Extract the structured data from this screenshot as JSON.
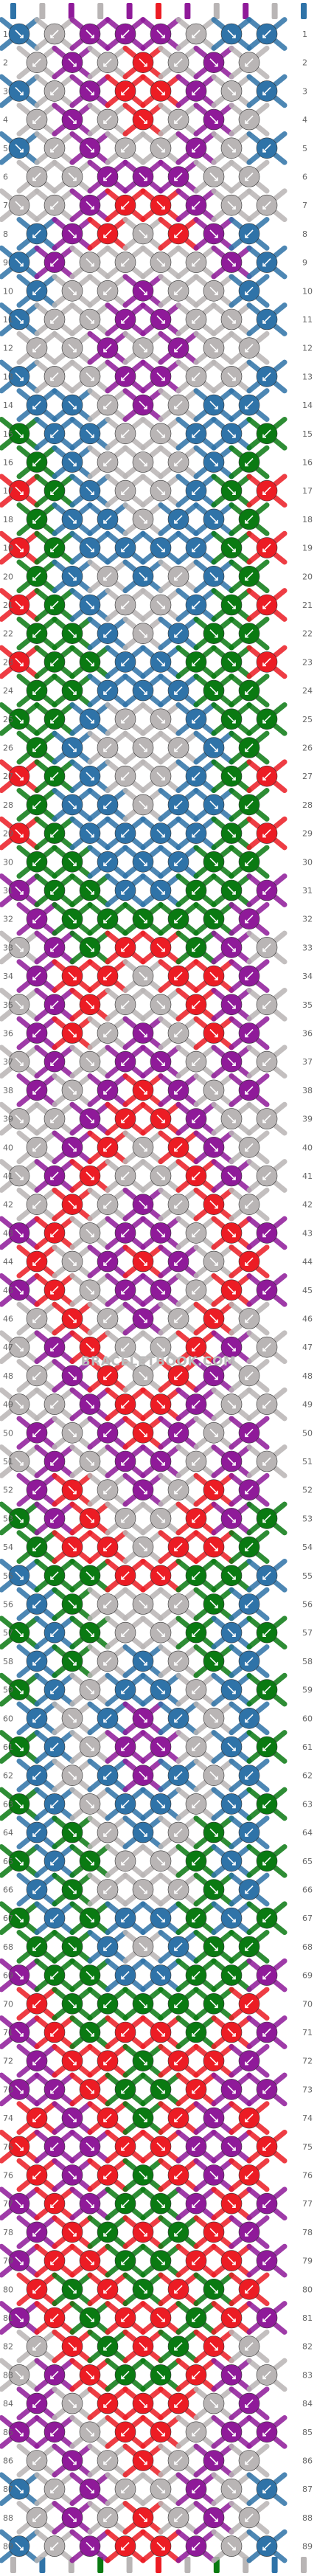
{
  "watermark": "BRACELETBOOK.COM",
  "colors": {
    "B": "#2f73a8",
    "G": "#b9b5b5",
    "P": "#8f1a99",
    "R": "#ec1c24",
    "E": "#0a7a12"
  },
  "color_names": [
    "blue",
    "grey",
    "purple",
    "red",
    "green"
  ],
  "strings_top": [
    "B",
    "G",
    "P",
    "G",
    "P",
    "R",
    "P",
    "G",
    "P",
    "G",
    "B"
  ],
  "rows": [
    {
      "n": 1,
      "knots": [
        "B",
        "G",
        "P",
        "P",
        "P",
        "G",
        "B",
        "B"
      ]
    },
    {
      "n": 2,
      "knots": [
        "G",
        "P",
        "G",
        "R",
        "G",
        "P",
        "G"
      ]
    },
    {
      "n": 3,
      "knots": [
        "B",
        "G",
        "P",
        "R",
        "R",
        "P",
        "G",
        "B"
      ]
    },
    {
      "n": 4,
      "knots": [
        "G",
        "P",
        "G",
        "R",
        "G",
        "P",
        "G"
      ]
    },
    {
      "n": 5,
      "knots": [
        "B",
        "G",
        "P",
        "G",
        "G",
        "P",
        "G",
        "B"
      ]
    },
    {
      "n": 6,
      "knots": [
        "G",
        "G",
        "P",
        "P",
        "P",
        "G",
        "G"
      ]
    },
    {
      "n": 7,
      "knots": [
        "G",
        "G",
        "P",
        "R",
        "R",
        "P",
        "G",
        "G"
      ]
    },
    {
      "n": 8,
      "knots": [
        "B",
        "P",
        "R",
        "G",
        "R",
        "P",
        "B"
      ]
    },
    {
      "n": 9,
      "knots": [
        "B",
        "P",
        "G",
        "G",
        "G",
        "G",
        "P",
        "B"
      ]
    },
    {
      "n": 10,
      "knots": [
        "B",
        "G",
        "G",
        "P",
        "G",
        "G",
        "B"
      ]
    },
    {
      "n": 11,
      "knots": [
        "B",
        "G",
        "G",
        "P",
        "P",
        "G",
        "G",
        "B"
      ]
    },
    {
      "n": 12,
      "knots": [
        "G",
        "G",
        "P",
        "G",
        "P",
        "G",
        "G"
      ]
    },
    {
      "n": 13,
      "knots": [
        "B",
        "G",
        "G",
        "P",
        "P",
        "G",
        "G",
        "B"
      ]
    },
    {
      "n": 14,
      "knots": [
        "B",
        "B",
        "G",
        "P",
        "G",
        "B",
        "B"
      ]
    },
    {
      "n": 15,
      "knots": [
        "E",
        "B",
        "B",
        "G",
        "G",
        "B",
        "B",
        "E"
      ]
    },
    {
      "n": 16,
      "knots": [
        "E",
        "B",
        "G",
        "G",
        "G",
        "B",
        "E"
      ]
    },
    {
      "n": 17,
      "knots": [
        "R",
        "E",
        "B",
        "G",
        "G",
        "B",
        "E",
        "R"
      ]
    },
    {
      "n": 18,
      "knots": [
        "E",
        "B",
        "B",
        "G",
        "B",
        "B",
        "E"
      ]
    },
    {
      "n": 19,
      "knots": [
        "R",
        "E",
        "B",
        "B",
        "B",
        "B",
        "E",
        "R"
      ]
    },
    {
      "n": 20,
      "knots": [
        "E",
        "B",
        "G",
        "B",
        "G",
        "B",
        "E"
      ]
    },
    {
      "n": 21,
      "knots": [
        "R",
        "E",
        "B",
        "G",
        "G",
        "B",
        "E",
        "R"
      ]
    },
    {
      "n": 22,
      "knots": [
        "E",
        "E",
        "B",
        "G",
        "B",
        "E",
        "E"
      ]
    },
    {
      "n": 23,
      "knots": [
        "R",
        "E",
        "E",
        "B",
        "B",
        "E",
        "E",
        "R"
      ]
    },
    {
      "n": 24,
      "knots": [
        "E",
        "E",
        "B",
        "B",
        "B",
        "E",
        "E"
      ]
    },
    {
      "n": 25,
      "knots": [
        "E",
        "E",
        "B",
        "G",
        "G",
        "B",
        "E",
        "E"
      ]
    },
    {
      "n": 26,
      "knots": [
        "E",
        "B",
        "G",
        "G",
        "G",
        "B",
        "E"
      ]
    },
    {
      "n": 27,
      "knots": [
        "R",
        "E",
        "B",
        "G",
        "G",
        "B",
        "E",
        "R"
      ]
    },
    {
      "n": 28,
      "knots": [
        "E",
        "B",
        "B",
        "G",
        "B",
        "B",
        "E"
      ]
    },
    {
      "n": 29,
      "knots": [
        "R",
        "E",
        "B",
        "B",
        "B",
        "B",
        "E",
        "R"
      ]
    },
    {
      "n": 30,
      "knots": [
        "E",
        "E",
        "B",
        "B",
        "B",
        "E",
        "E"
      ]
    },
    {
      "n": 31,
      "knots": [
        "P",
        "E",
        "E",
        "B",
        "B",
        "E",
        "E",
        "P"
      ]
    },
    {
      "n": 32,
      "knots": [
        "P",
        "E",
        "E",
        "E",
        "E",
        "E",
        "P"
      ]
    },
    {
      "n": 33,
      "knots": [
        "G",
        "P",
        "E",
        "R",
        "R",
        "E",
        "P",
        "G"
      ]
    },
    {
      "n": 34,
      "knots": [
        "P",
        "R",
        "R",
        "G",
        "R",
        "R",
        "P"
      ]
    },
    {
      "n": 35,
      "knots": [
        "G",
        "P",
        "R",
        "G",
        "G",
        "R",
        "P",
        "G"
      ]
    },
    {
      "n": 36,
      "knots": [
        "P",
        "R",
        "G",
        "P",
        "G",
        "R",
        "P"
      ]
    },
    {
      "n": 37,
      "knots": [
        "G",
        "P",
        "G",
        "P",
        "P",
        "G",
        "P",
        "G"
      ]
    },
    {
      "n": 38,
      "knots": [
        "P",
        "G",
        "P",
        "R",
        "P",
        "G",
        "P"
      ]
    },
    {
      "n": 39,
      "knots": [
        "G",
        "G",
        "P",
        "R",
        "R",
        "P",
        "G",
        "G"
      ]
    },
    {
      "n": 40,
      "knots": [
        "G",
        "P",
        "R",
        "G",
        "R",
        "P",
        "G"
      ]
    },
    {
      "n": 41,
      "knots": [
        "G",
        "P",
        "R",
        "G",
        "G",
        "R",
        "P",
        "G"
      ]
    },
    {
      "n": 42,
      "knots": [
        "G",
        "R",
        "G",
        "P",
        "G",
        "R",
        "G"
      ]
    },
    {
      "n": 43,
      "knots": [
        "P",
        "R",
        "G",
        "P",
        "P",
        "G",
        "R",
        "P"
      ]
    },
    {
      "n": 44,
      "knots": [
        "R",
        "G",
        "P",
        "R",
        "P",
        "G",
        "R"
      ]
    },
    {
      "n": 45,
      "knots": [
        "P",
        "R",
        "G",
        "P",
        "P",
        "G",
        "R",
        "P"
      ]
    },
    {
      "n": 46,
      "knots": [
        "G",
        "R",
        "G",
        "P",
        "G",
        "R",
        "G"
      ]
    },
    {
      "n": 47,
      "knots": [
        "G",
        "P",
        "R",
        "G",
        "G",
        "R",
        "P",
        "G"
      ]
    },
    {
      "n": 48,
      "knots": [
        "G",
        "P",
        "R",
        "G",
        "R",
        "P",
        "G"
      ]
    },
    {
      "n": 49,
      "knots": [
        "G",
        "G",
        "P",
        "R",
        "R",
        "P",
        "G",
        "G"
      ]
    },
    {
      "n": 50,
      "knots": [
        "P",
        "G",
        "P",
        "R",
        "P",
        "G",
        "P"
      ]
    },
    {
      "n": 51,
      "knots": [
        "G",
        "P",
        "G",
        "P",
        "P",
        "G",
        "P",
        "G"
      ]
    },
    {
      "n": 52,
      "knots": [
        "P",
        "R",
        "G",
        "P",
        "G",
        "R",
        "P"
      ]
    },
    {
      "n": 53,
      "knots": [
        "E",
        "P",
        "R",
        "G",
        "G",
        "R",
        "P",
        "E"
      ]
    },
    {
      "n": 54,
      "knots": [
        "E",
        "R",
        "R",
        "G",
        "R",
        "R",
        "E"
      ]
    },
    {
      "n": 55,
      "knots": [
        "B",
        "E",
        "E",
        "R",
        "R",
        "E",
        "E",
        "B"
      ]
    },
    {
      "n": 56,
      "knots": [
        "B",
        "E",
        "G",
        "G",
        "G",
        "E",
        "B"
      ]
    },
    {
      "n": 57,
      "knots": [
        "E",
        "B",
        "E",
        "G",
        "G",
        "E",
        "B",
        "E"
      ]
    },
    {
      "n": 58,
      "knots": [
        "B",
        "E",
        "G",
        "B",
        "G",
        "E",
        "B"
      ]
    },
    {
      "n": 59,
      "knots": [
        "E",
        "B",
        "G",
        "B",
        "B",
        "G",
        "B",
        "E"
      ]
    },
    {
      "n": 60,
      "knots": [
        "B",
        "G",
        "B",
        "P",
        "B",
        "G",
        "B"
      ]
    },
    {
      "n": 61,
      "knots": [
        "E",
        "B",
        "G",
        "P",
        "P",
        "G",
        "B",
        "E"
      ]
    },
    {
      "n": 62,
      "knots": [
        "B",
        "G",
        "B",
        "P",
        "B",
        "G",
        "B"
      ]
    },
    {
      "n": 63,
      "knots": [
        "E",
        "B",
        "G",
        "B",
        "B",
        "G",
        "B",
        "E"
      ]
    },
    {
      "n": 64,
      "knots": [
        "B",
        "E",
        "G",
        "B",
        "G",
        "E",
        "B"
      ]
    },
    {
      "n": 65,
      "knots": [
        "E",
        "B",
        "E",
        "G",
        "G",
        "E",
        "B",
        "E"
      ]
    },
    {
      "n": 66,
      "knots": [
        "B",
        "E",
        "G",
        "G",
        "G",
        "E",
        "B"
      ]
    },
    {
      "n": 67,
      "knots": [
        "E",
        "B",
        "E",
        "B",
        "B",
        "E",
        "B",
        "E"
      ]
    },
    {
      "n": 68,
      "knots": [
        "E",
        "E",
        "B",
        "G",
        "B",
        "E",
        "E"
      ]
    },
    {
      "n": 69,
      "knots": [
        "P",
        "E",
        "E",
        "B",
        "B",
        "E",
        "E",
        "P"
      ]
    },
    {
      "n": 70,
      "knots": [
        "R",
        "E",
        "E",
        "E",
        "E",
        "E",
        "R"
      ]
    },
    {
      "n": 71,
      "knots": [
        "P",
        "R",
        "E",
        "R",
        "R",
        "E",
        "R",
        "P"
      ]
    },
    {
      "n": 72,
      "knots": [
        "P",
        "R",
        "R",
        "E",
        "R",
        "R",
        "P"
      ]
    },
    {
      "n": 73,
      "knots": [
        "P",
        "P",
        "R",
        "E",
        "E",
        "R",
        "P",
        "P"
      ]
    },
    {
      "n": 74,
      "knots": [
        "R",
        "P",
        "R",
        "E",
        "R",
        "P",
        "R"
      ]
    },
    {
      "n": 75,
      "knots": [
        "R",
        "P",
        "P",
        "R",
        "R",
        "P",
        "P",
        "R"
      ]
    },
    {
      "n": 76,
      "knots": [
        "R",
        "P",
        "R",
        "E",
        "R",
        "P",
        "R"
      ]
    },
    {
      "n": 77,
      "knots": [
        "P",
        "R",
        "P",
        "E",
        "E",
        "P",
        "R",
        "P"
      ]
    },
    {
      "n": 78,
      "knots": [
        "P",
        "R",
        "E",
        "R",
        "E",
        "R",
        "P"
      ]
    },
    {
      "n": 79,
      "knots": [
        "P",
        "R",
        "R",
        "E",
        "E",
        "R",
        "R",
        "P"
      ]
    },
    {
      "n": 80,
      "knots": [
        "R",
        "E",
        "R",
        "E",
        "R",
        "E",
        "R"
      ]
    },
    {
      "n": 81,
      "knots": [
        "P",
        "R",
        "E",
        "R",
        "R",
        "E",
        "R",
        "P"
      ]
    },
    {
      "n": 82,
      "knots": [
        "G",
        "R",
        "E",
        "R",
        "E",
        "R",
        "G"
      ]
    },
    {
      "n": 83,
      "knots": [
        "G",
        "P",
        "R",
        "E",
        "E",
        "R",
        "P",
        "G"
      ]
    },
    {
      "n": 84,
      "knots": [
        "P",
        "G",
        "R",
        "R",
        "R",
        "G",
        "P"
      ]
    },
    {
      "n": 85,
      "knots": [
        "P",
        "P",
        "G",
        "R",
        "R",
        "G",
        "P",
        "P"
      ]
    },
    {
      "n": 86,
      "knots": [
        "G",
        "P",
        "G",
        "R",
        "G",
        "P",
        "G"
      ]
    },
    {
      "n": 87,
      "knots": [
        "B",
        "G",
        "P",
        "G",
        "G",
        "P",
        "G",
        "B"
      ]
    },
    {
      "n": 88,
      "knots": [
        "G",
        "P",
        "G",
        "R",
        "G",
        "P",
        "G"
      ]
    },
    {
      "n": 89,
      "knots": [
        "B",
        "G",
        "P",
        "R",
        "R",
        "P",
        "G",
        "B"
      ]
    }
  ],
  "strings_bottom": [
    "G",
    "B",
    "G",
    "E",
    "G",
    "R",
    "G",
    "E",
    "G",
    "B",
    "G"
  ]
}
